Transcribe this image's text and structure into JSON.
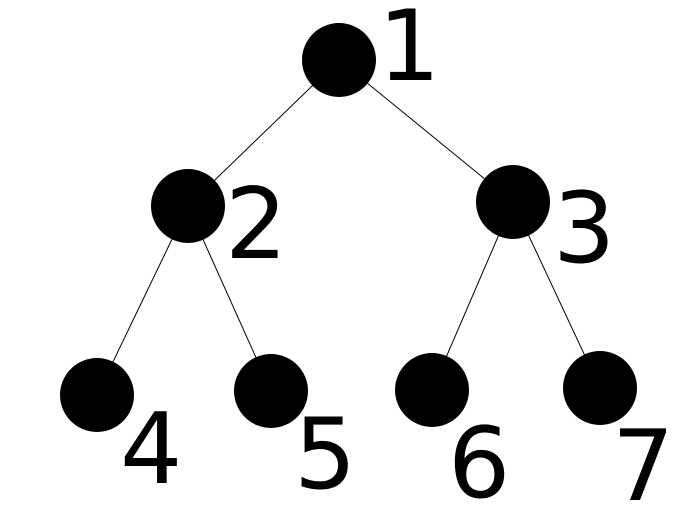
{
  "diagram": {
    "type": "binary-tree",
    "colors": {
      "background": "#ffffff",
      "node": "#000000",
      "edge": "#000000",
      "label": "#000000"
    },
    "nodes": [
      {
        "id": "n1",
        "label": "1"
      },
      {
        "id": "n2",
        "label": "2"
      },
      {
        "id": "n3",
        "label": "3"
      },
      {
        "id": "n4",
        "label": "4"
      },
      {
        "id": "n5",
        "label": "5"
      },
      {
        "id": "n6",
        "label": "6"
      },
      {
        "id": "n7",
        "label": "7"
      }
    ],
    "edges": [
      {
        "from": "n1",
        "to": "n2"
      },
      {
        "from": "n1",
        "to": "n3"
      },
      {
        "from": "n2",
        "to": "n4"
      },
      {
        "from": "n2",
        "to": "n5"
      },
      {
        "from": "n3",
        "to": "n6"
      },
      {
        "from": "n3",
        "to": "n7"
      }
    ]
  }
}
